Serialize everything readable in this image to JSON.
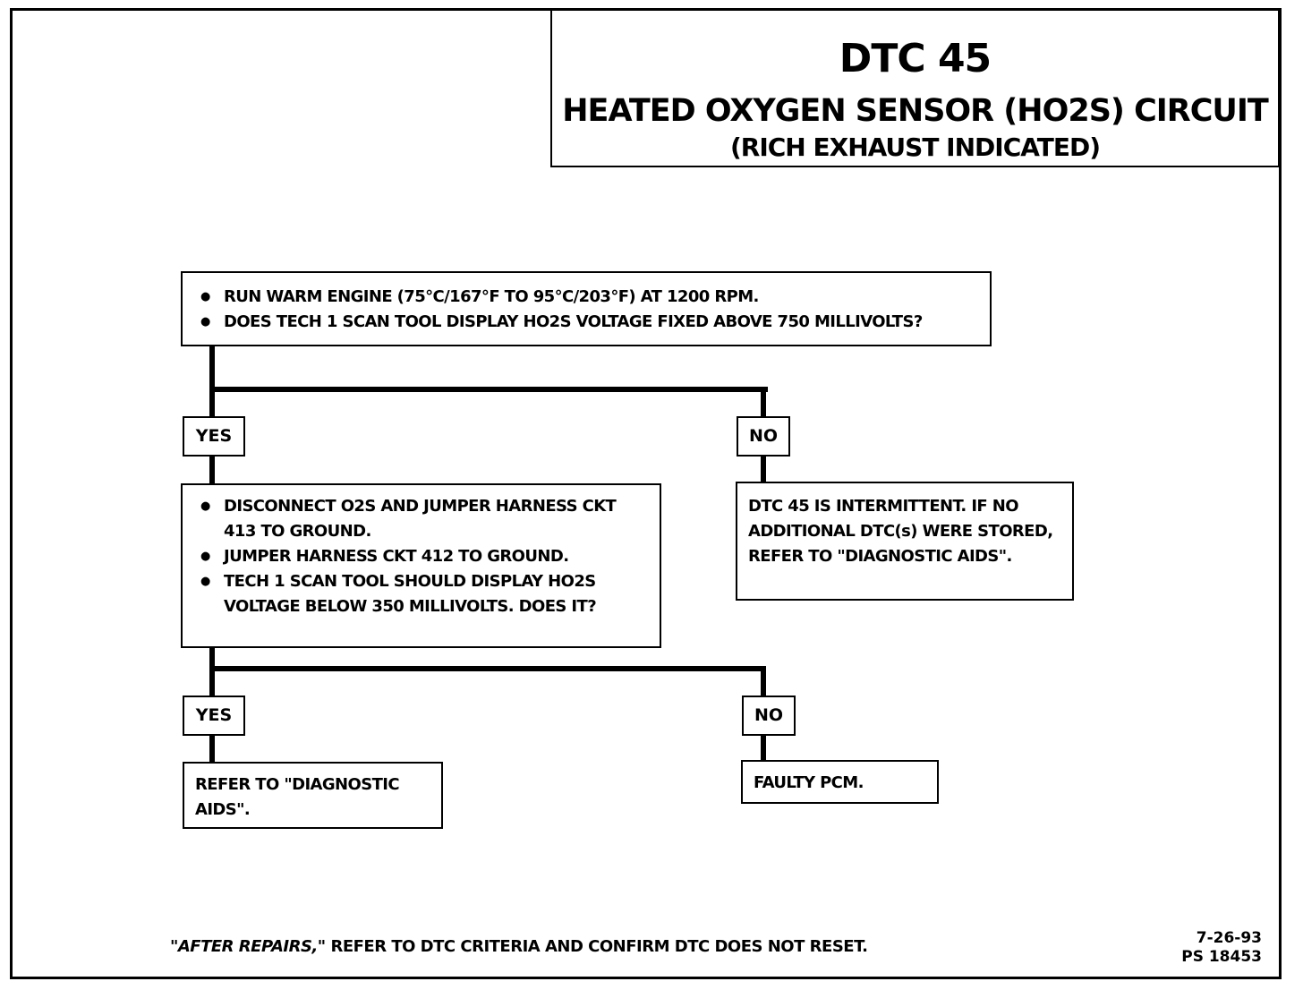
{
  "header": {
    "code": "DTC 45",
    "title": "HEATED OXYGEN SENSOR (HO2S) CIRCUIT",
    "subtitle": "(RICH EXHAUST INDICATED)"
  },
  "step1": {
    "bullets": [
      "RUN WARM ENGINE (75°C/167°F TO 95°C/203°F) AT 1200 RPM.",
      "DOES TECH 1 SCAN TOOL DISPLAY HO2S VOLTAGE FIXED ABOVE 750 MILLIVOLTS?"
    ]
  },
  "branch1": {
    "yes_label": "YES",
    "no_label": "NO"
  },
  "step2": {
    "bullets": [
      "DISCONNECT O2S AND JUMPER HARNESS CKT 413 TO GROUND.",
      "JUMPER HARNESS CKT 412 TO GROUND.",
      "TECH 1 SCAN TOOL SHOULD DISPLAY HO2S VOLTAGE BELOW 350 MILLIVOLTS. DOES IT?"
    ]
  },
  "intermittent": {
    "text": "DTC 45 IS INTERMITTENT. IF NO ADDITIONAL DTC(s) WERE STORED, REFER TO \"DIAGNOSTIC AIDS\"."
  },
  "branch2": {
    "yes_label": "YES",
    "no_label": "NO"
  },
  "result_yes": {
    "text": "REFER TO \"DIAGNOSTIC AIDS\"."
  },
  "result_no": {
    "text": "FAULTY PCM."
  },
  "footer": {
    "emphasis": "\"AFTER REPAIRS,\"",
    "text": "REFER TO DTC CRITERIA AND CONFIRM DTC DOES NOT RESET."
  },
  "reference": {
    "date": "7-26-93",
    "id": "PS 18453"
  }
}
